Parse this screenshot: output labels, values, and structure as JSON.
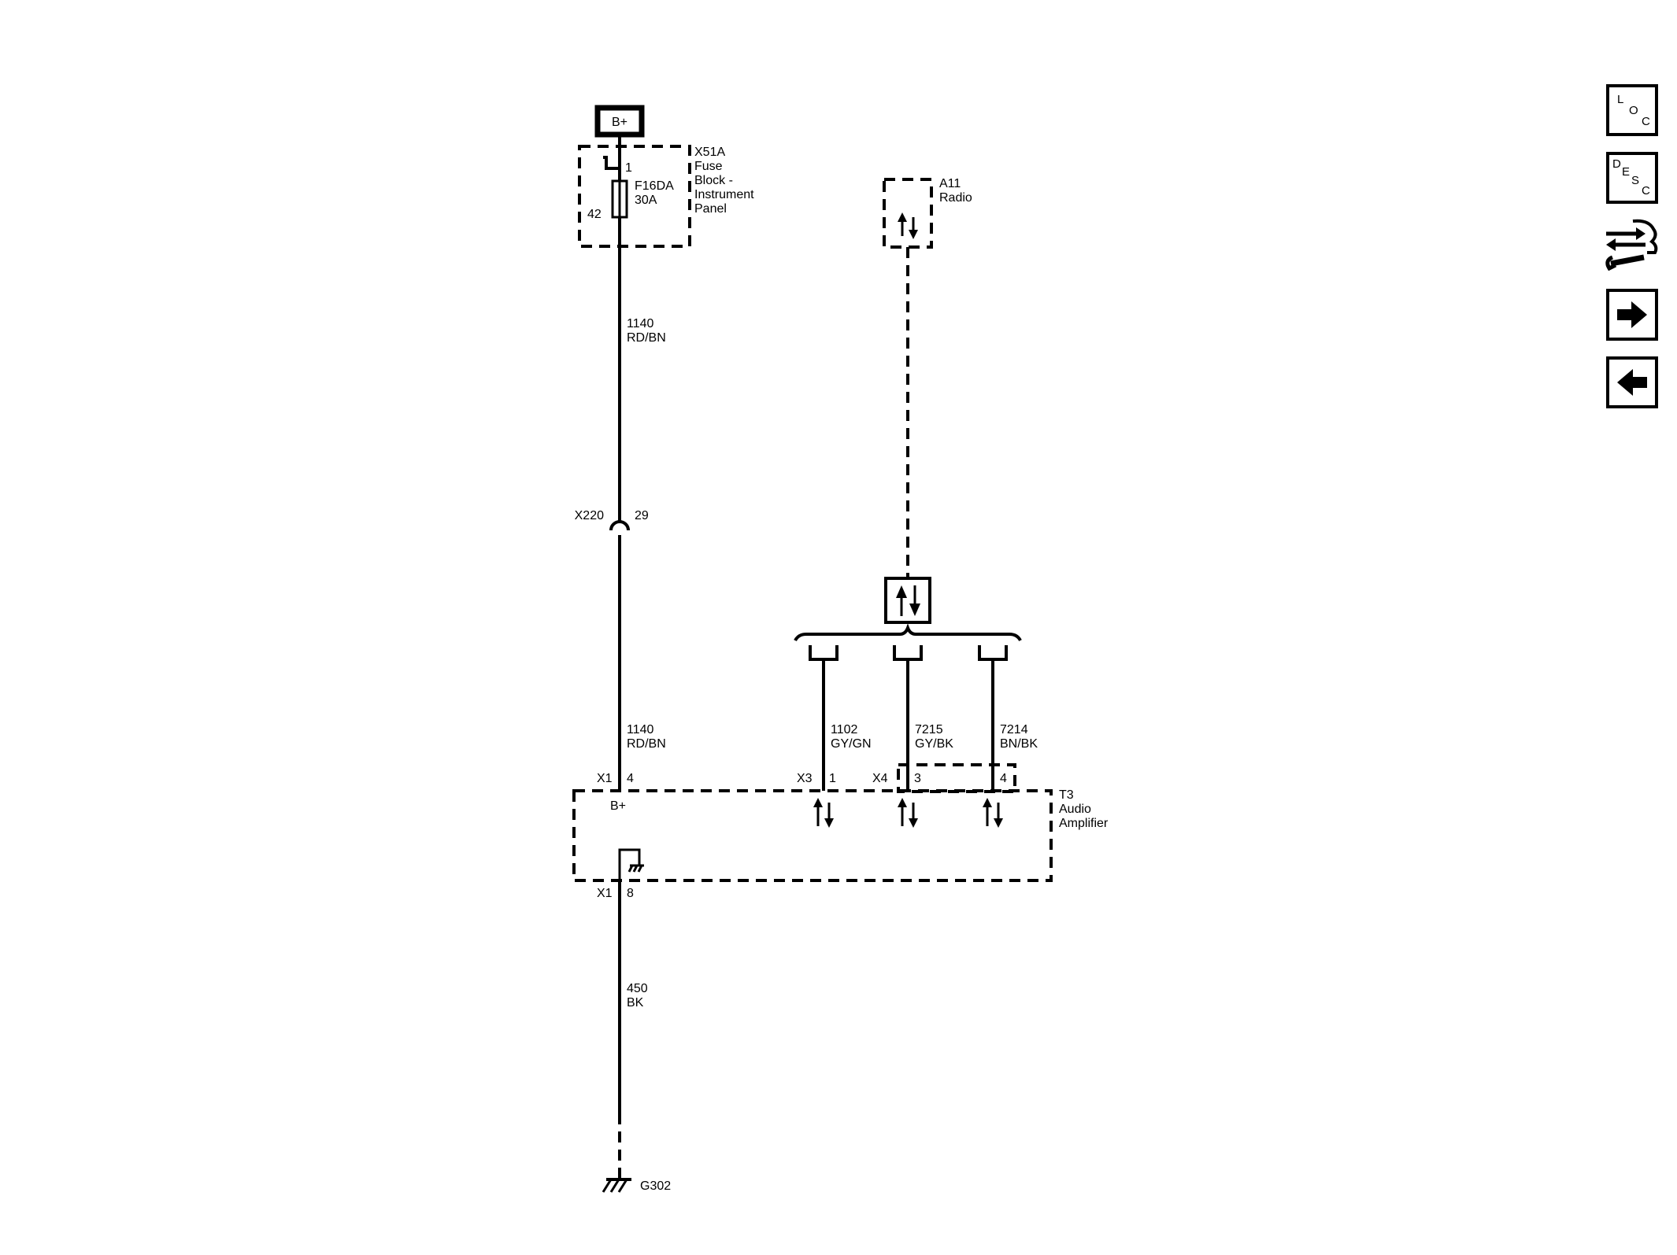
{
  "source": {
    "label": "B+"
  },
  "fuse_block": {
    "ref": "X51A",
    "name": [
      "Fuse",
      "Block -",
      "Instrument",
      "Panel"
    ],
    "pin_in": "1",
    "pin_out": "42",
    "fuse_ref": "F16DA",
    "fuse_rating": "30A"
  },
  "wires": {
    "w1140_upper": {
      "circuit": "1140",
      "color": "RD/BN"
    },
    "w1140_lower": {
      "circuit": "1140",
      "color": "RD/BN"
    },
    "w1102": {
      "circuit": "1102",
      "color": "GY/GN"
    },
    "w7215": {
      "circuit": "7215",
      "color": "GY/BK"
    },
    "w7214": {
      "circuit": "7214",
      "color": "BN/BK"
    },
    "w450": {
      "circuit": "450",
      "color": "BK"
    }
  },
  "inline_connector": {
    "ref": "X220",
    "pin": "29"
  },
  "radio": {
    "ref": "A11",
    "name": "Radio"
  },
  "amplifier": {
    "ref": "T3",
    "name": [
      "Audio",
      "Amplifier"
    ],
    "power_label": "B+",
    "x1_top_conn": "X1",
    "x1_top_pin": "4",
    "x3_conn": "X3",
    "x3_pin": "1",
    "x4_conn": "X4",
    "x4_pin_a": "3",
    "x4_pin_b": "4",
    "x1_bot_conn": "X1",
    "x1_bot_pin": "8"
  },
  "ground": {
    "ref": "G302"
  },
  "toolbar": {
    "loc": [
      "L",
      "O",
      "C"
    ],
    "desc": [
      "D",
      "E",
      "S",
      "C"
    ]
  }
}
